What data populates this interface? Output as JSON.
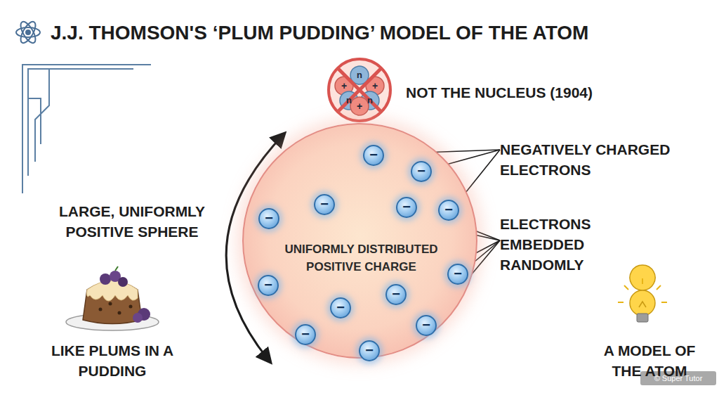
{
  "diagram": {
    "title": "J.J. THOMSON'S ‘PLUM PUDDING’ MODEL OF THE ATOM",
    "nodes": [
      {
        "text": [
          "UNIFORMLY DISTRIBUTED POSITIVE CHARGE"
        ]
      },
      {
        "text": [
          "−"
        ],
        "in": 0
      },
      {
        "text": [
          "−"
        ],
        "in": 0
      },
      {
        "text": [
          "−"
        ],
        "in": 0
      },
      {
        "text": [
          "−"
        ],
        "in": 0
      },
      {
        "text": [
          "−"
        ],
        "in": 0
      },
      {
        "text": [
          "−"
        ],
        "in": 0
      },
      {
        "text": [
          "−"
        ],
        "in": 0
      },
      {
        "text": [
          "−"
        ],
        "in": 0
      },
      {
        "text": [
          "−"
        ],
        "in": 0
      },
      {
        "text": [
          "−"
        ],
        "in": 0
      },
      {
        "text": [
          "−"
        ],
        "in": 0
      },
      {
        "text": [
          "−"
        ],
        "in": 0
      },
      {
        "text": [
          "−"
        ],
        "in": 0
      }
    ],
    "labels": [
      "n",
      "+",
      "+",
      "n",
      "n",
      "+",
      "NOT THE NUCLEUS (1904)",
      "NEGATIVELY CHARGED ELECTRONS",
      "LARGE, UNIFORMLY POSITIVE SPHERE",
      "ELECTRONS EMBEDDED RANDOMLY",
      "LIKE PLUMS IN A PUDDING",
      "A MODEL OF THE ATOM",
      "© Super Tutor"
    ]
  }
}
